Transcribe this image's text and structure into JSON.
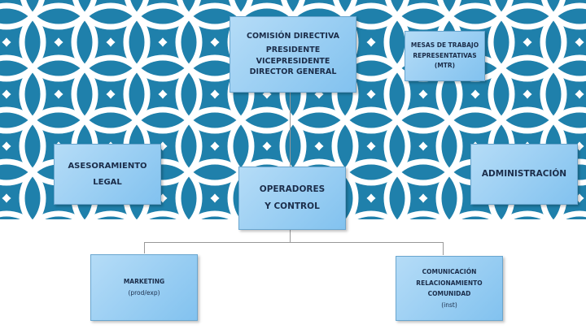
{
  "colors": {
    "pattern_blue": "#1f80ab",
    "box_fill": "#9fd1f4",
    "text": "#1b2d4a"
  },
  "comision": {
    "title": "COMISIÓN DIRECTIVA",
    "lines": [
      "PRESIDENTE",
      "VICEPRESIDENTE",
      "DIRECTOR GENERAL"
    ]
  },
  "mesas": {
    "lines": [
      "MESAS DE TRABAJO",
      "REPRESENTATIVAS",
      "(MTR)"
    ]
  },
  "asesoramiento": {
    "lines": [
      "ASESORAMIENTO",
      "LEGAL"
    ]
  },
  "operadores": {
    "lines": [
      "OPERADORES",
      "Y CONTROL"
    ]
  },
  "administracion": {
    "label": "ADMINISTRACIÓN"
  },
  "marketing": {
    "lines": [
      "MARKETING",
      "(prod/exp)"
    ]
  },
  "comunicacion": {
    "lines": [
      "COMUNICACIÓN",
      "RELACIONAMIENTO",
      "COMUNIDAD",
      "(inst)"
    ]
  }
}
